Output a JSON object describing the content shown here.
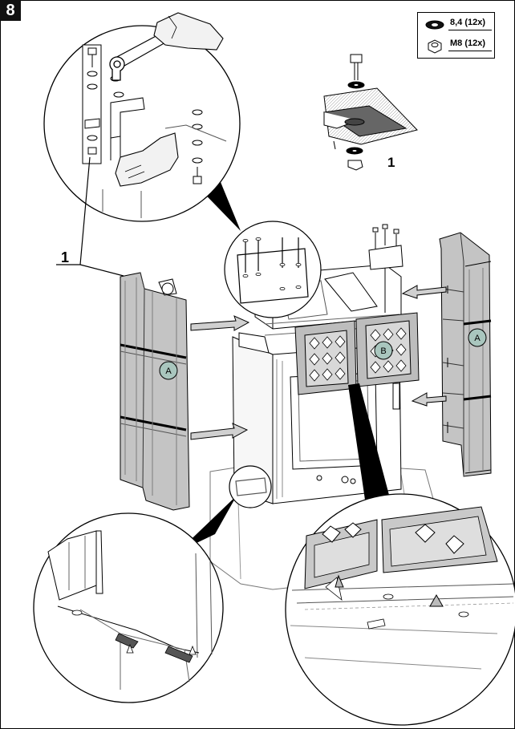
{
  "step": {
    "number": "8"
  },
  "legend": {
    "items": [
      {
        "label": "8,4 (12x)",
        "icon": "washer-icon"
      },
      {
        "label": "M8 (12x)",
        "icon": "hex-nut-icon"
      }
    ]
  },
  "callouts": {
    "ref_1_top": "1",
    "ref_1_left": "1",
    "panel_a_left": "A",
    "panel_a_right": "A",
    "panel_b": "B"
  },
  "colors": {
    "line": "#000000",
    "panel_fill": "#bfbfbf",
    "marker_fill": "#a9c6be",
    "hand_fill": "#f2f2f2"
  }
}
